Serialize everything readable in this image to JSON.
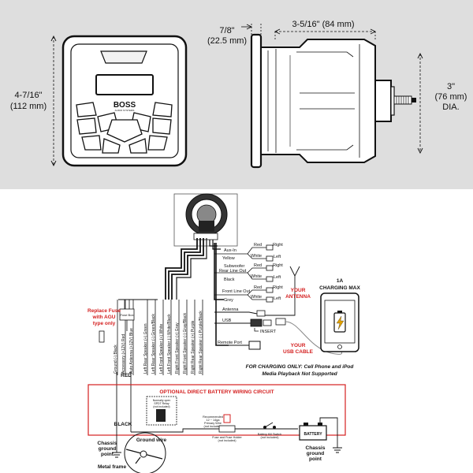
{
  "dimensions": {
    "height_in": "4-7/16\"",
    "height_mm": "(112 mm)",
    "depth_in": "7/8\"",
    "depth_mm": "(22.5 mm)",
    "length": "3-5/16\" (84 mm)",
    "dia_in": "3\"",
    "dia_mm": "(76 mm)",
    "dia_label": "DIA."
  },
  "logo": {
    "text": "BOSS",
    "subtext": "AUDIO SYSTEMS"
  },
  "rca": [
    {
      "label": "Aux-In",
      "color": "Yellow",
      "right_plug": "Red",
      "left_plug": "White",
      "right": "Right",
      "left": "Left"
    },
    {
      "label": "Subwoofer",
      "label2": "Rear Line Out",
      "color": "Black",
      "right_plug": "Red",
      "left_plug": "White",
      "right": "Right",
      "left": "Left"
    },
    {
      "label": "Front Line Out",
      "color": "Grey",
      "right_plug": "Red",
      "left_plug": "White",
      "right": "Right",
      "left": "Left"
    }
  ],
  "ports": {
    "antenna": "Antenna",
    "usb": "USB",
    "insert": "INSERT",
    "remote": "Remote Port"
  },
  "callouts": {
    "your_antenna": [
      "YOUR",
      "ANTENNA"
    ],
    "your_usb": [
      "YOUR",
      "USB CABLE"
    ],
    "charging": [
      "1A",
      "CHARGING MAX"
    ],
    "charging_note": [
      "FOR CHARGING ONLY: Cell Phone and iPod",
      "Media Playback Not Supported"
    ],
    "fuse_note": [
      "Replace Fuse",
      "with AGU",
      "type only"
    ]
  },
  "wires": [
    "Ground (-)  Black",
    "Accessory (+12V)  Red",
    "Auto Antenna (+12V)  Blue",
    "Left Rear Speaker (+)  Green",
    "Left Rear Speaker (-)  Green/Black",
    "Left Front Speaker (+)  White",
    "Left Front Speaker (-)  White/Black",
    "Right Front Speaker (+)  Gray",
    "Right Front Speaker (-)  Gray/Black",
    "Right Rear Speaker (+)  Purple",
    "Right Rear Speaker (-)  Purple/Black"
  ],
  "fuse_box": "Fuse Box",
  "battery_circuit": {
    "title": "OPTIONAL DIRECT BATTERY WIRING CIRCUIT",
    "red": "RED",
    "black": "BLACK",
    "chassis_left": [
      "Chassis",
      "ground",
      "point"
    ],
    "ground_wire": "Ground wire",
    "metal_frame": "Metal frame",
    "recommended": [
      "Recommended",
      "12 ~ 14ga",
      "Primary Wire",
      "(not included)"
    ],
    "fuse_holder": [
      "Fuse and Fuse Holder",
      "(not included)"
    ],
    "kill_switch": [
      "Battery Kill Switch",
      "(not included)"
    ],
    "battery": "BATTERY",
    "chassis_right": [
      "Chassis",
      "ground",
      "point"
    ],
    "accessory_box": [
      "Normally open",
      "SPDT Relay",
      "(not included)"
    ]
  },
  "colors": {
    "top_bg": "#dedede",
    "red": "#d42020",
    "line": "#1a1a1a"
  }
}
